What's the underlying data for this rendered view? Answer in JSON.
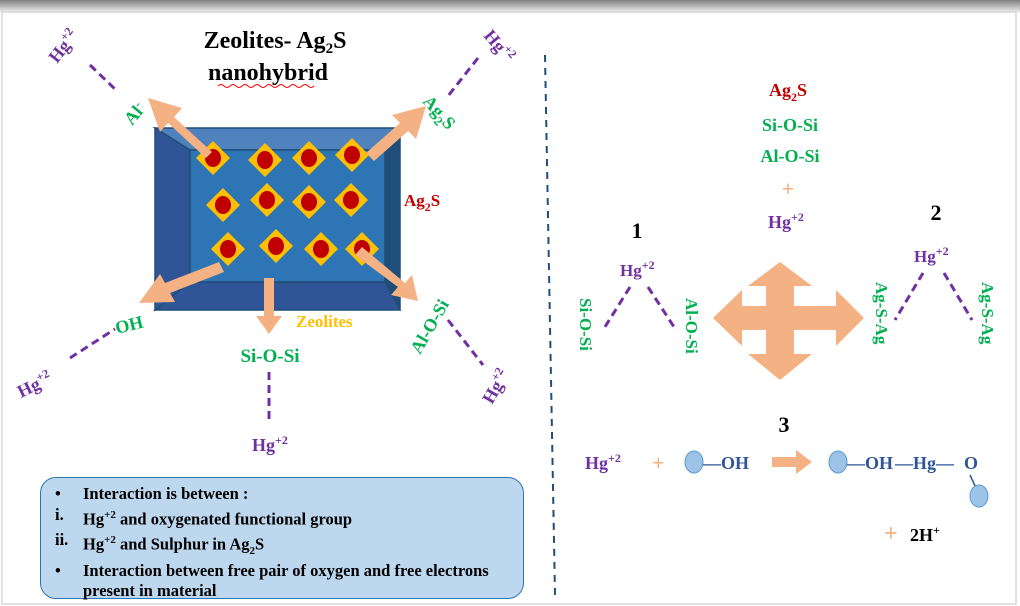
{
  "title": {
    "line1": "Zeolites- Ag",
    "line1_sub": "2",
    "line1_tail": "S",
    "line2": "nanohybrid"
  },
  "left": {
    "label_al": "Al",
    "label_al_sup": "-",
    "label_ag2s_corner": {
      "base": "Ag",
      "sub": "2",
      "tail": "S"
    },
    "label_ag2s_side": {
      "base": "Ag",
      "sub": "2",
      "tail": "S"
    },
    "label_oh": "OH",
    "label_zeolites": "Zeolites",
    "label_sios": "Si-O-Si",
    "label_alosi": "Al-O-Si",
    "hg_base": "Hg",
    "hg_sup": "+2"
  },
  "right": {
    "ag2s": {
      "base": "Ag",
      "sub": "2",
      "tail": "S"
    },
    "sios": "Si-O-Si",
    "alosi": "Al-O-Si",
    "plus": "+",
    "hg_base": "Hg",
    "hg_sup": "+2",
    "num1": "1",
    "num2": "2",
    "num3": "3",
    "site1_left": "Si-O-Si",
    "site1_right": "Al-O-Si",
    "site2_left": "Ag-S-Ag",
    "site2_right": "Ag-S-Ag",
    "reaction": {
      "oh": "OH",
      "hg": "Hg",
      "o": "O",
      "h_plus": "2H",
      "h_plus_sup": "+"
    }
  },
  "notes": [
    {
      "marker": "•",
      "text": "Interaction is between :"
    },
    {
      "marker": "i.",
      "text_a": "Hg",
      "sup": "+2",
      "text_b": " and oxygenated functional group"
    },
    {
      "marker": "ii.",
      "text_a": "Hg",
      "sup": "+2",
      "text_b": " and Sulphur in Ag",
      "sub": "2",
      "text_c": "S"
    },
    {
      "marker": "•",
      "text": "Interaction between free pair of oxygen and free electrons present in material"
    }
  ],
  "colors": {
    "hg": "#7030a0",
    "group": "#00b050",
    "ag2s": "#c00000",
    "arrow": "#f4b183",
    "box": "#2e75b6",
    "note_bg": "#bdd7ee",
    "particle": "#c00000",
    "diamond": "#ffc000"
  }
}
